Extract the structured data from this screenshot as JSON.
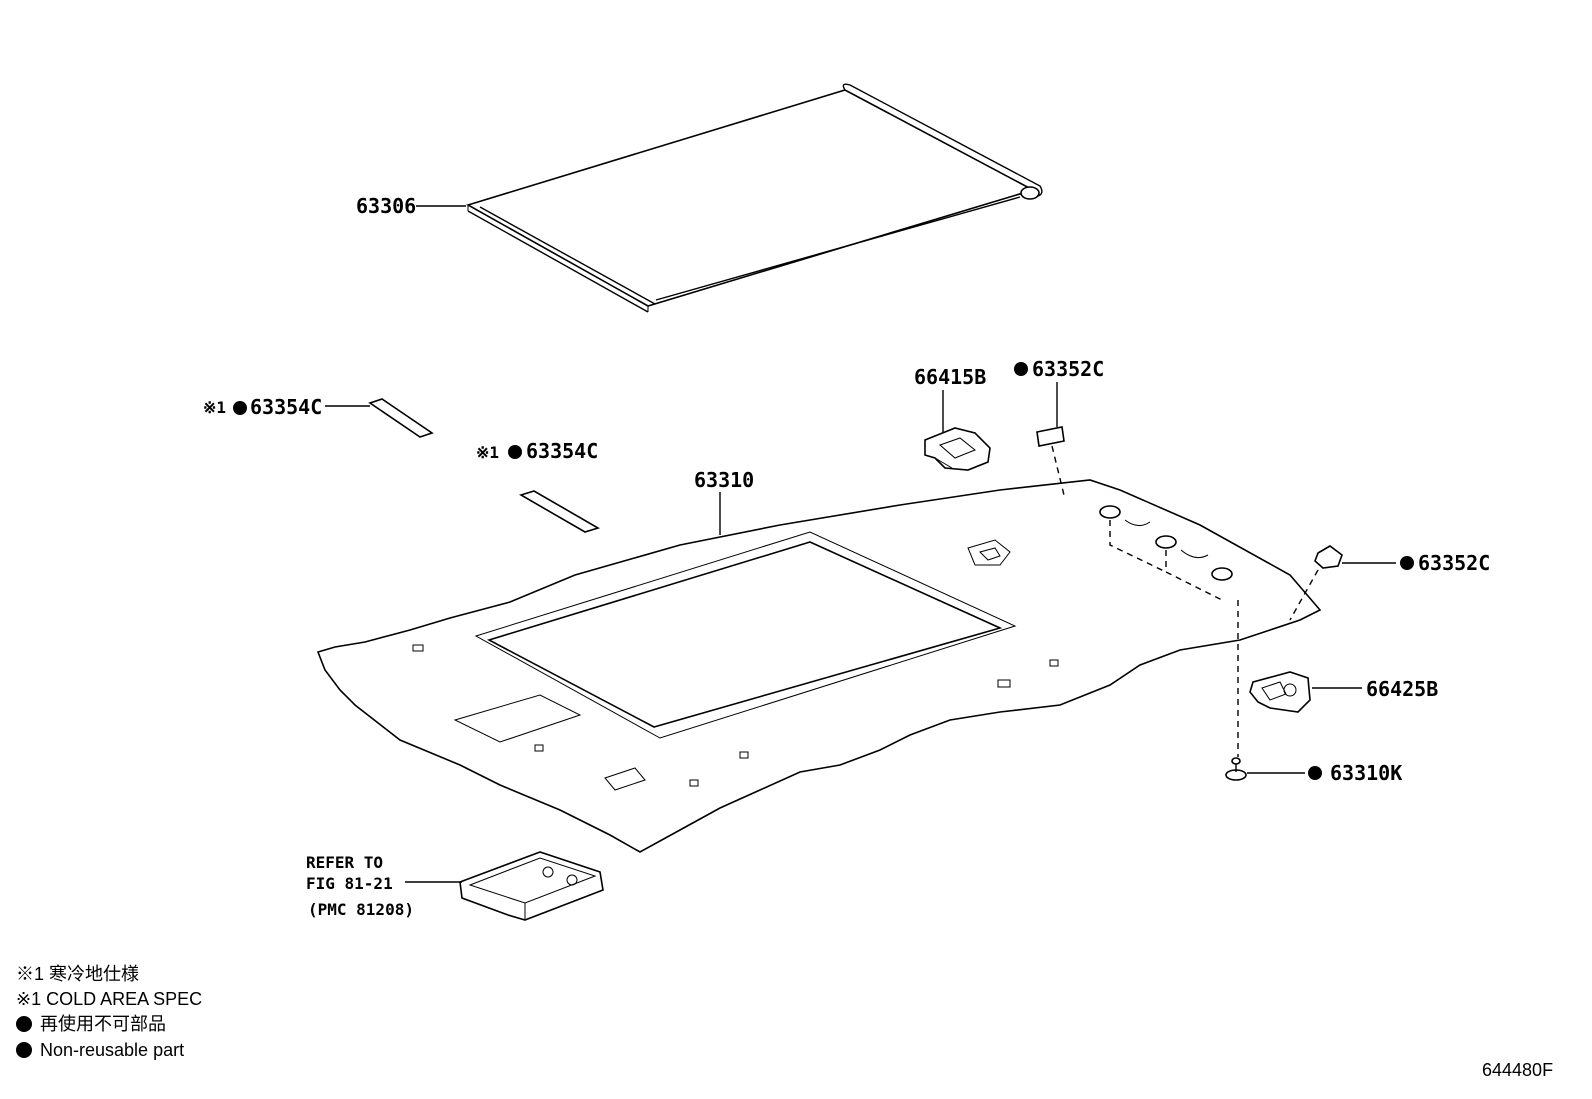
{
  "diagram_id": "644480F",
  "labels": {
    "sunshade": "63306",
    "headliner": "63310",
    "pad_front": "63354C",
    "pad_rear": "63354C",
    "pad_mark": "※1",
    "bracket_front": "66415B",
    "bracket_rear": "66425B",
    "tape_top": "63352C",
    "tape_right": "63352C",
    "clip": "63310K",
    "refer_line1": "REFER TO",
    "refer_line2": "FIG 81-21",
    "refer_line3": "(PMC 81208)"
  },
  "legend": {
    "line1": "※1 寒冷地仕様",
    "line2": "※1 COLD AREA SPEC",
    "line3": "再使用不可部品",
    "line4": "Non-reusable part"
  },
  "colors": {
    "ink": "#000000",
    "paper": "#ffffff"
  }
}
